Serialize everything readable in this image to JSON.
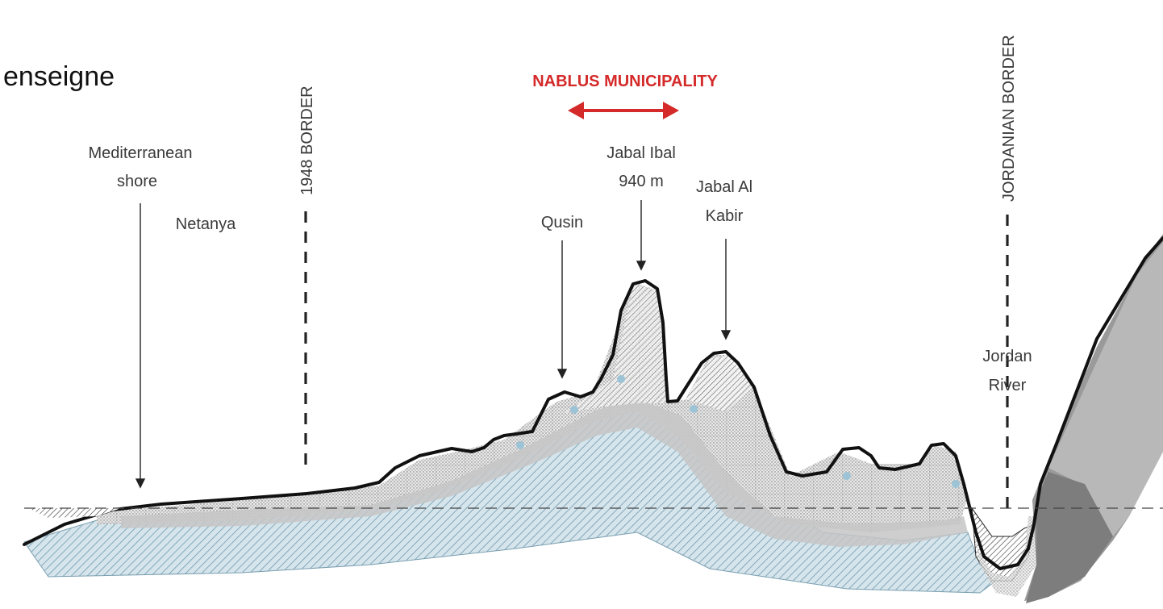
{
  "corner_text": "enseigne",
  "title": "NABLUS MUNICIPALITY",
  "colors": {
    "accent": "#d42a2a",
    "aquifer": "#8fb3c3",
    "terrain_outline": "#111111",
    "slope": "#9a9a9a"
  },
  "labels": {
    "mediterranean_line1": "Mediterranean",
    "mediterranean_line2": "shore",
    "netanya": "Netanya",
    "border_1948": "1948 BORDER",
    "qusin": "Qusin",
    "jabal_ibal_line1": "Jabal Ibal",
    "jabal_ibal_line2": "940 m",
    "jabal_al_kabir_line1": "Jabal Al",
    "jabal_al_kabir_line2": "Kabir",
    "jordanian_border": "JORDANIAN BORDER",
    "jordan_river_line1": "Jordan",
    "jordan_river_line2": "River"
  }
}
